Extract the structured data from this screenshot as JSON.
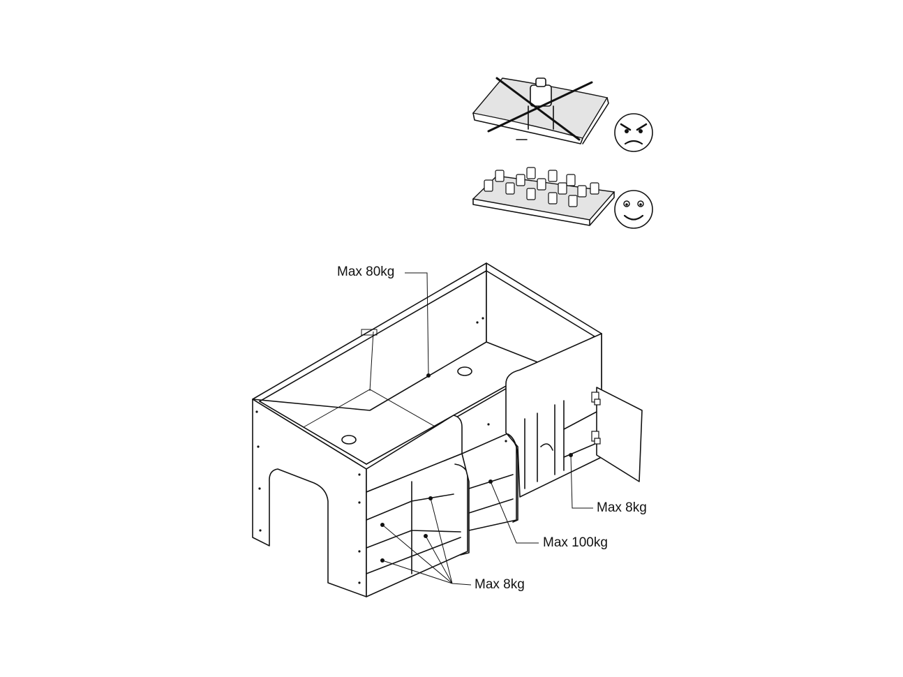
{
  "labels": {
    "top_surface": "Max 80kg",
    "cabinet_shelf": "Max 8kg",
    "middle_shelf": "Max 100kg",
    "cube_shelves": "Max 8kg"
  },
  "icons": {
    "wrong_load": "angry-face-icon",
    "correct_load": "smiling-face-icon"
  }
}
